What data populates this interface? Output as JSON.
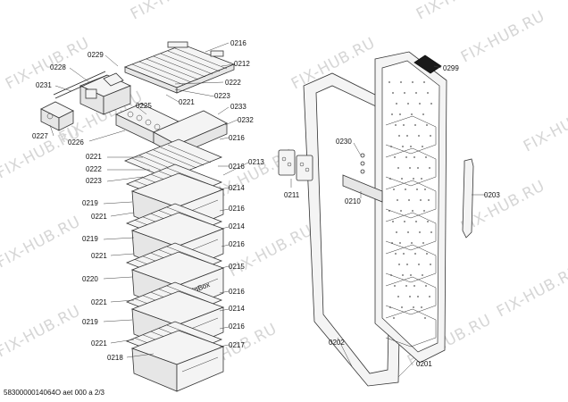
{
  "watermark": {
    "text": "FIX-HUB.RU"
  },
  "footer": {
    "document_code": "5830000014064O aet 000 a 2/3"
  },
  "drawers": {
    "badge_text": "BigBox"
  },
  "callouts": [
    "0229",
    "0228",
    "0231",
    "0227",
    "0226",
    "0216",
    "0212",
    "0222",
    "0223",
    "0221",
    "0225",
    "0233",
    "0232",
    "0216",
    "0221",
    "0222",
    "0223",
    "0216",
    "0213",
    "0219",
    "0221",
    "0214",
    "0216",
    "0219",
    "0214",
    "0216",
    "0221",
    "0220",
    "0215",
    "0216",
    "0221",
    "0214",
    "0219",
    "0216",
    "0221",
    "0218",
    "0217",
    "0299",
    "0230",
    "0211",
    "0210",
    "0203",
    "0202",
    "0201"
  ]
}
